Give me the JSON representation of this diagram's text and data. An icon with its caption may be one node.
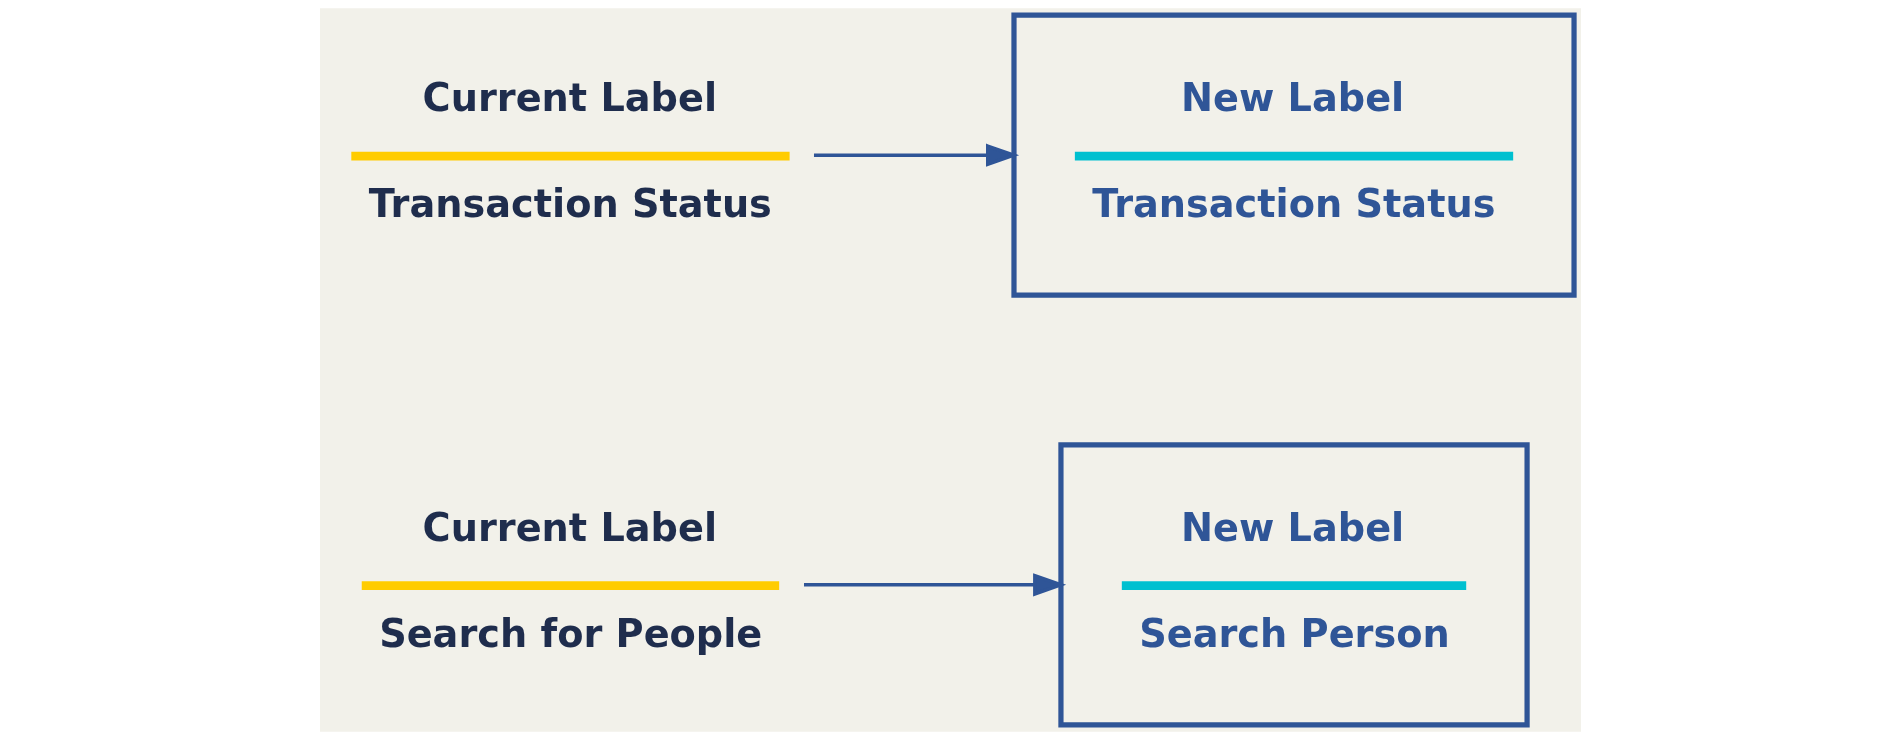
{
  "diagram": {
    "nodes": [
      {
        "text": [
          "Current Label",
          "Transaction Status"
        ]
      },
      {
        "text": [
          "New Label",
          "Transaction Status"
        ]
      },
      {
        "text": [
          "Current Label",
          "Search for People"
        ]
      },
      {
        "text": [
          "New Label",
          "Search Person"
        ]
      }
    ],
    "edges": [
      {
        "from": 0,
        "to": 1,
        "arrow": "to"
      },
      {
        "from": 2,
        "to": 3,
        "arrow": "to"
      }
    ]
  }
}
